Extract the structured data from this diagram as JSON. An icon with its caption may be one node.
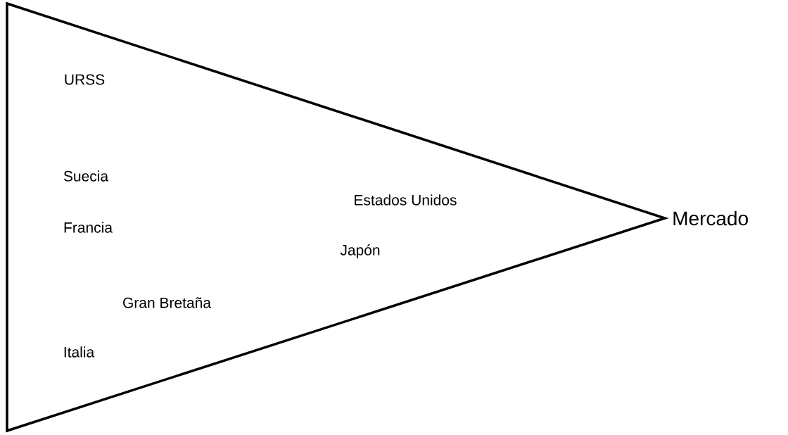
{
  "diagram": {
    "nodes": [
      {
        "text": [
          "URSS",
          "Suecia",
          "Francia",
          "Gran Bretaña",
          "Italia",
          "Estados Unidos",
          "Japón"
        ],
        "beside": [
          "Mercado"
        ]
      }
    ]
  }
}
